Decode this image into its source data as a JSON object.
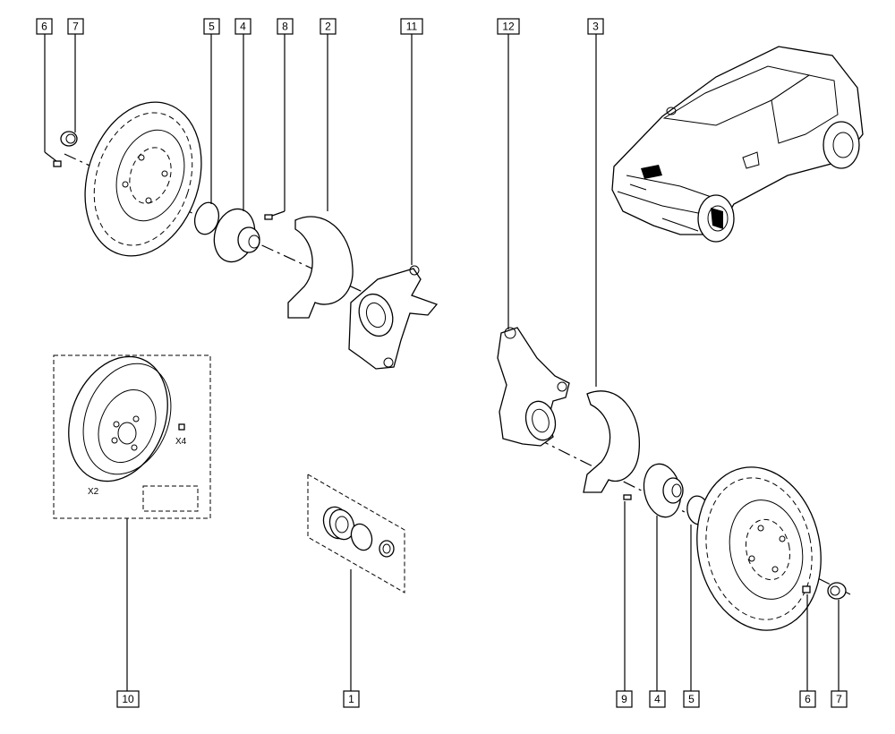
{
  "callouts": {
    "c6_left": "6",
    "c7_left": "7",
    "c5_left": "5",
    "c4_left": "4",
    "c8": "8",
    "c2": "2",
    "c11": "11",
    "c12": "12",
    "c3": "3",
    "c10": "10",
    "c1": "1",
    "c9": "9",
    "c4_right": "4",
    "c5_right": "5",
    "c6_right": "6",
    "c7_right": "7"
  },
  "kit_notes": {
    "disc_qty": "X2",
    "bolt_qty": "X4"
  }
}
